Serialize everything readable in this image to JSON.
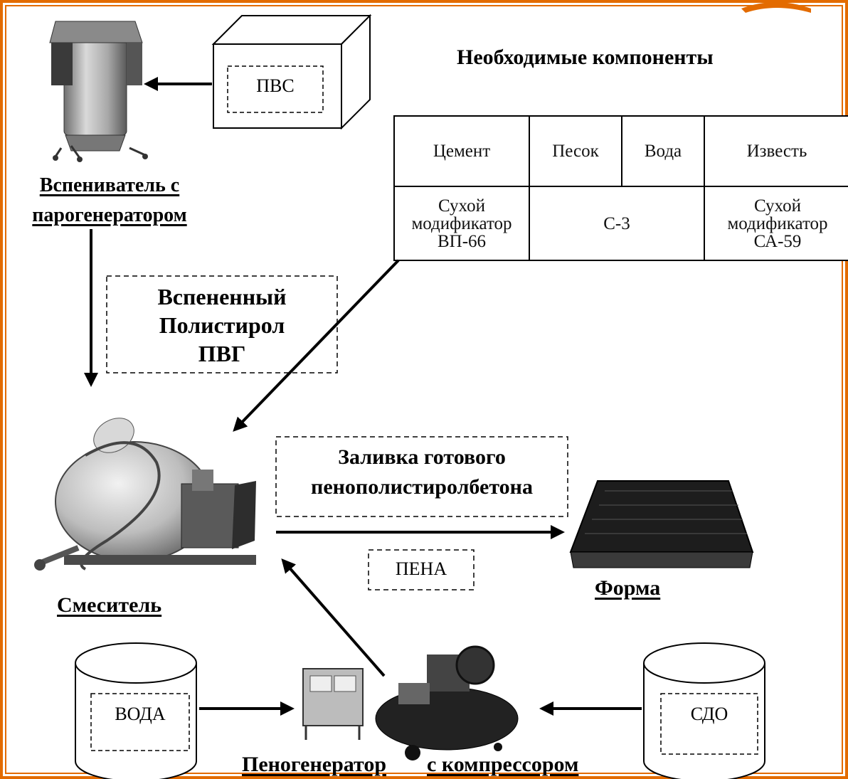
{
  "components_title": "Необходимые компоненты",
  "components_table": {
    "headers": [
      "Цемент",
      "Песок",
      "Вода",
      "Известь"
    ],
    "row": {
      "cement": "Сухой модификатор ВП-66",
      "sand_water": "С-3",
      "lime": "Сухой модификатор СА-59"
    }
  },
  "pvs_label": "ПВС",
  "foamer": {
    "line1": "Вспениватель с",
    "line2": "парогенератором"
  },
  "pvg_box": {
    "line1": "Вспененный",
    "line2": "Полистирол",
    "line3": "ПВГ"
  },
  "pour_box": {
    "line1": "Заливка готового",
    "line2": "пенополистиролбетона"
  },
  "foam_label": "ПЕНА",
  "mixer_label": "Смеситель",
  "form_label": "Форма",
  "water_label": "ВОДА",
  "sdo_label": "СДО",
  "generator_label": {
    "part1": "Пеногенератор",
    "part2": "с компрессором"
  },
  "colors": {
    "border": "#e36b00",
    "ink": "#000000",
    "device": "#9a9a9a",
    "form": "#1d1d1d"
  }
}
